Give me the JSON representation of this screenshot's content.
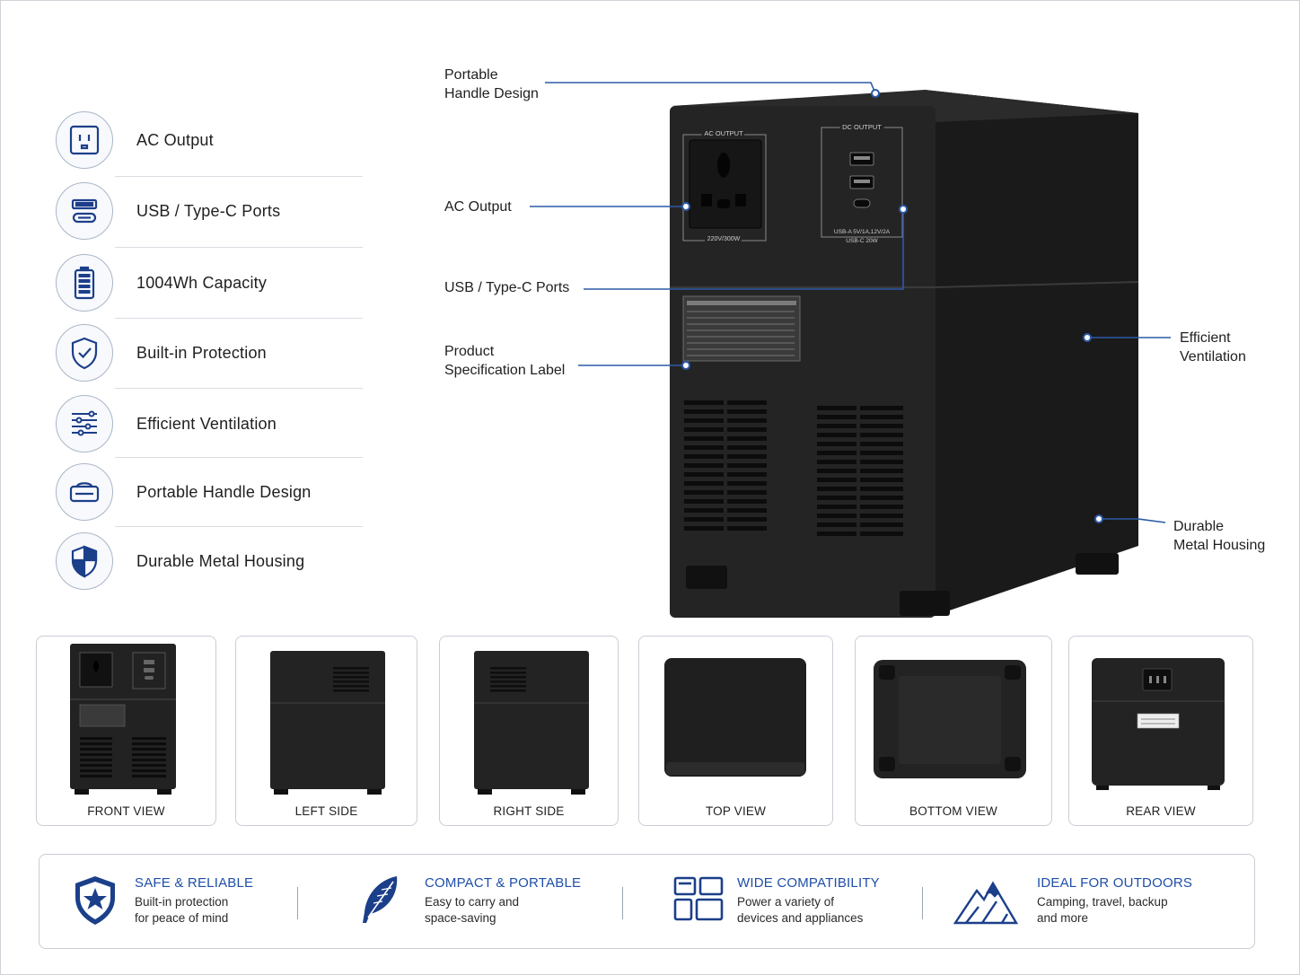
{
  "features": [
    {
      "label": "AC Output",
      "icon": "outlet-icon"
    },
    {
      "label": "USB / Type-C Ports",
      "icon": "usb-port-icon"
    },
    {
      "label": "1004Wh Capacity",
      "icon": "battery-icon"
    },
    {
      "label": "Built-in Protection",
      "icon": "shield-check-icon"
    },
    {
      "label": "Efficient Ventilation",
      "icon": "ventilation-icon"
    },
    {
      "label": "Portable Handle Design",
      "icon": "handle-icon"
    },
    {
      "label": "Durable Metal Housing",
      "icon": "shield-housing-icon"
    }
  ],
  "callouts": {
    "handle": {
      "line1": "Portable",
      "line2": "Handle Design"
    },
    "ac": "AC Output",
    "usb": "USB / Type-C Ports",
    "label": {
      "line1": "Product",
      "line2": "Specification Label"
    },
    "vent": {
      "line1": "Efficient",
      "line2": "Ventilation"
    },
    "housing": {
      "line1": "Durable",
      "line2": "Metal Housing"
    }
  },
  "device": {
    "ac_panel_title": "AC OUTPUT",
    "ac_rating": "220V/300W",
    "dc_panel_title": "DC OUTPUT",
    "dc_rating_line1": "USB-A 5V/1A,12V/2A",
    "dc_rating_line2": "USB-C 20W"
  },
  "views": [
    {
      "label": "FRONT VIEW"
    },
    {
      "label": "LEFT SIDE"
    },
    {
      "label": "RIGHT SIDE"
    },
    {
      "label": "TOP VIEW"
    },
    {
      "label": "BOTTOM VIEW"
    },
    {
      "label": "REAR VIEW"
    }
  ],
  "benefits": [
    {
      "title": "SAFE & RELIABLE",
      "line1": "Built-in protection",
      "line2": "for peace of mind",
      "icon": "star-shield-icon"
    },
    {
      "title": "COMPACT & PORTABLE",
      "line1": "Easy to carry and",
      "line2": "space-saving",
      "icon": "feather-icon"
    },
    {
      "title": "WIDE COMPATIBILITY",
      "line1": "Power a variety of",
      "line2": "devices and appliances",
      "icon": "grid-icon"
    },
    {
      "title": "IDEAL FOR OUTDOORS",
      "line1": "Camping, travel, backup",
      "line2": "and more",
      "icon": "mountain-icon"
    }
  ],
  "colors": {
    "accent": "#1e4fa8",
    "icon_stroke": "#1c3f8a",
    "device_body": "#1f1f1f",
    "callout_line": "#2c5aa8"
  }
}
